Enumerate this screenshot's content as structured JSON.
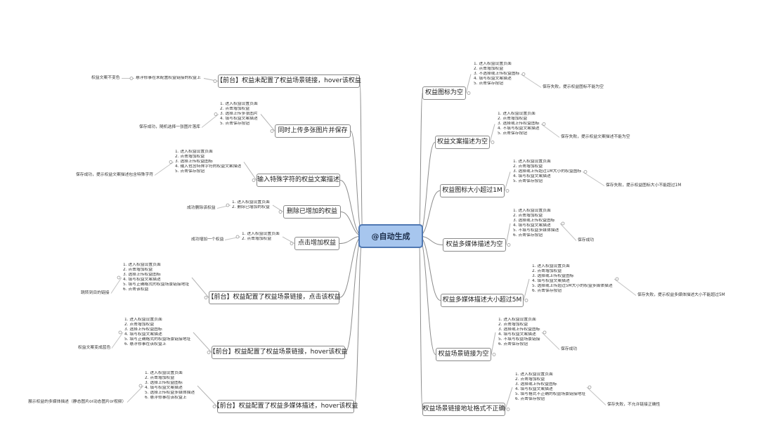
{
  "root": {
    "label": "@自动生成"
  },
  "left_branches": [
    {
      "title": "【前台】权益未配置了权益场景链接，hover该权益",
      "steps": [
        "悬浮修事在未配置权益链接的权益上"
      ],
      "result": "权益文案不变色"
    },
    {
      "title": "同时上传多张图片并保存",
      "steps": [
        "1. 进入权益设置页面",
        "2. 点击增加权益",
        "3. 选择上传多张图片",
        "4. 填写权益文案描述",
        "5. 点击保存按钮"
      ],
      "result": "保存成功，随机选择一张图片落库"
    },
    {
      "title": "输入特殊字符的权益文案描述",
      "steps": [
        "1. 进入权益设置页面",
        "2. 点击增加权益",
        "3. 选择上传权益图标",
        "4. 输入包含特殊字符的权益文案描述",
        "5. 点击保存按钮"
      ],
      "result": "保存成功，提示权益文案描述包含特殊字符"
    },
    {
      "title": "删除已增加的权益",
      "steps": [
        "1. 进入权益设置页面",
        "2. 删除已增加的权益"
      ],
      "result": "成功删除该权益"
    },
    {
      "title": "点击增加权益",
      "steps": [
        "1. 进入权益设置页面",
        "2. 点击增加权益"
      ],
      "result": "成功增加一个权益"
    },
    {
      "title": "【前台】权益配置了权益场景链接，点击该权益",
      "steps": [
        "1. 进入权益设置页面",
        "2. 点击增加权益",
        "3. 选择上传权益图标",
        "4. 填写权益文案描述",
        "5. 填写正确格式的权益场景链接地址",
        "6. 点击该权益"
      ],
      "result": "跳转到目的链接"
    },
    {
      "title": "【前台】权益配置了权益场景链接，hover该权益",
      "steps": [
        "1. 进入权益设置页面",
        "2. 点击增加权益",
        "3. 选择上传权益图标",
        "4. 填写权益文案描述",
        "5. 填写正确格式的权益场景链接地址",
        "6. 悬浮修事在该权益上"
      ],
      "result": "权益文案变成蓝色"
    },
    {
      "title": "【前台】权益配置了权益多媒体描述，hover该权益",
      "steps": [
        "1. 进入权益设置页面",
        "2. 点击增加权益",
        "3. 选择上传权益图标",
        "4. 填写权益文案描述",
        "5. 选择上传权益多媒体描述",
        "6. 悬浮修事在该权益上"
      ],
      "result": "展示权益的多媒体描述（静态图片or动态图片or视频）"
    }
  ],
  "right_branches": [
    {
      "title": "权益图标为空",
      "steps": [
        "1. 进入权益设置页面",
        "2. 点击增加权益",
        "3. 不选择或上传权益图标",
        "4. 填写权益文案描述",
        "5. 点击保存按钮"
      ],
      "result": "保存失败，提示权益图标不能为空"
    },
    {
      "title": "权益文案描述为空",
      "steps": [
        "1. 进入权益设置页面",
        "2. 点击增加权益",
        "3. 选择或上传权益图标",
        "4. 不填写权益文案描述",
        "5. 点击保存按钮"
      ],
      "result": "保存失败，提示权益文案描述不能为空"
    },
    {
      "title": "权益图标大小超过1M",
      "steps": [
        "1. 进入权益设置页面",
        "2. 点击增加权益",
        "3. 选择或上传超过1M大小的权益图标",
        "4. 填写权益文案描述",
        "5. 点击保存按钮"
      ],
      "result": "保存失败，提示权益图标大小不能超过1M"
    },
    {
      "title": "权益多媒体描述为空",
      "steps": [
        "1. 进入权益设置页面",
        "2. 点击增加权益",
        "3. 选择或上传权益图标",
        "4. 填写权益文案描述",
        "5. 不填写权益多媒体描述",
        "6. 点击保存按钮"
      ],
      "result": "保存成功"
    },
    {
      "title": "权益多媒体描述大小超过5M",
      "steps": [
        "1. 进入权益设置页面",
        "2. 点击增加权益",
        "3. 选择或上传权益图标",
        "4. 填写权益文案描述",
        "5. 选择或上传超过5M大小的权益多媒体描述",
        "6. 点击保存按钮"
      ],
      "result": "保存失败，提示权益多媒体描述大小不能超过5M"
    },
    {
      "title": "权益场景链接为空",
      "steps": [
        "1. 进入权益设置页面",
        "2. 点击增加权益",
        "3. 选择或上传权益图标",
        "4. 填写权益文案描述",
        "5. 不填写权益场景链接",
        "6. 点击保存按钮"
      ],
      "result": "保存成功"
    },
    {
      "title": "权益场景链接地址格式不正确",
      "steps": [
        "1. 进入权益设置页面",
        "2. 点击增加权益",
        "3. 选择或上传权益图标",
        "4. 填写权益文案描述",
        "5. 填写格式不正确的权益场景链接地址",
        "6. 点击保存按钮"
      ],
      "result": "保存失败，不允许链接正确性"
    }
  ]
}
